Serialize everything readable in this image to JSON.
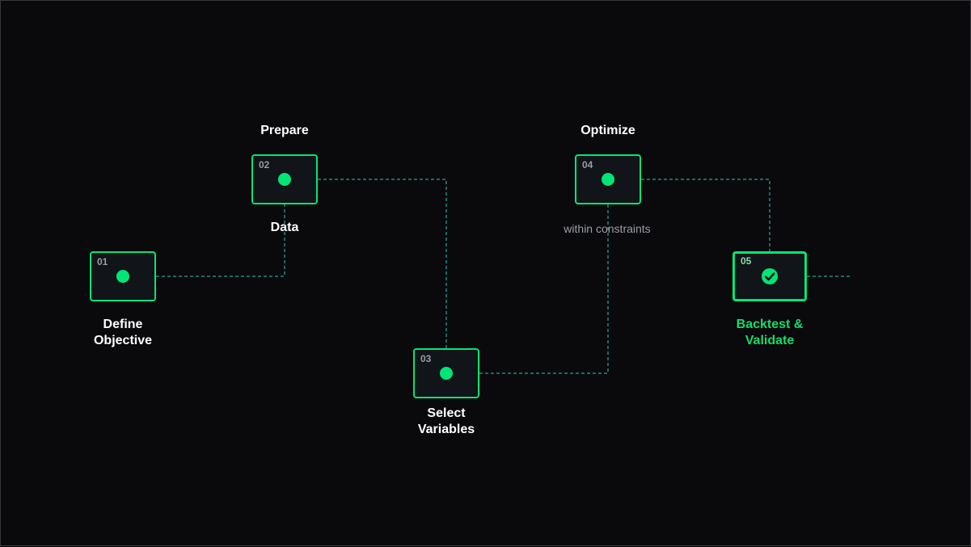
{
  "colors": {
    "accent": "#00e676",
    "background": "#0a0a0d",
    "node_fill": "#111418",
    "muted": "#9a9ea4"
  },
  "steps": [
    {
      "number": "01",
      "label": "Define\nObjective",
      "label_above": "",
      "note": "",
      "marker": "dot"
    },
    {
      "number": "02",
      "label": "Data",
      "label_above": "Prepare",
      "note": "",
      "marker": "dot"
    },
    {
      "number": "03",
      "label": "Select\nVariables",
      "label_above": "",
      "note": "",
      "marker": "dot"
    },
    {
      "number": "04",
      "label": "",
      "label_above": "Optimize",
      "note": "within constraints",
      "marker": "dot"
    },
    {
      "number": "05",
      "label": "Backtest &\nValidate",
      "label_above": "",
      "note": "",
      "marker": "check-circle-icon"
    }
  ]
}
